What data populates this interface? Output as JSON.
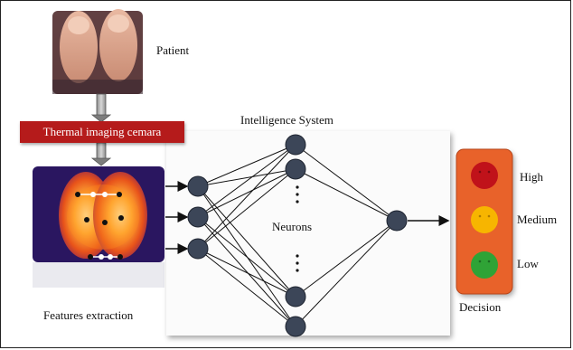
{
  "labels": {
    "patient": "Patient",
    "camera": "Thermal imaging cemara",
    "intelligence": "Intelligence System",
    "neurons": "Neurons",
    "features": "Features extraction",
    "decision": "Decision",
    "high": "High",
    "medium": "Medium",
    "low": "Low"
  },
  "colors": {
    "banner": "#b51b1b",
    "traffic_body": "#e8622a",
    "high": "#c0121a",
    "medium": "#f7b500",
    "low": "#2fa336",
    "node": "#3c4658"
  },
  "icons": {
    "patient_photo": "feet-soles-photo",
    "thermal_photo": "thermal-feet-image",
    "traffic_light": "traffic-light"
  }
}
